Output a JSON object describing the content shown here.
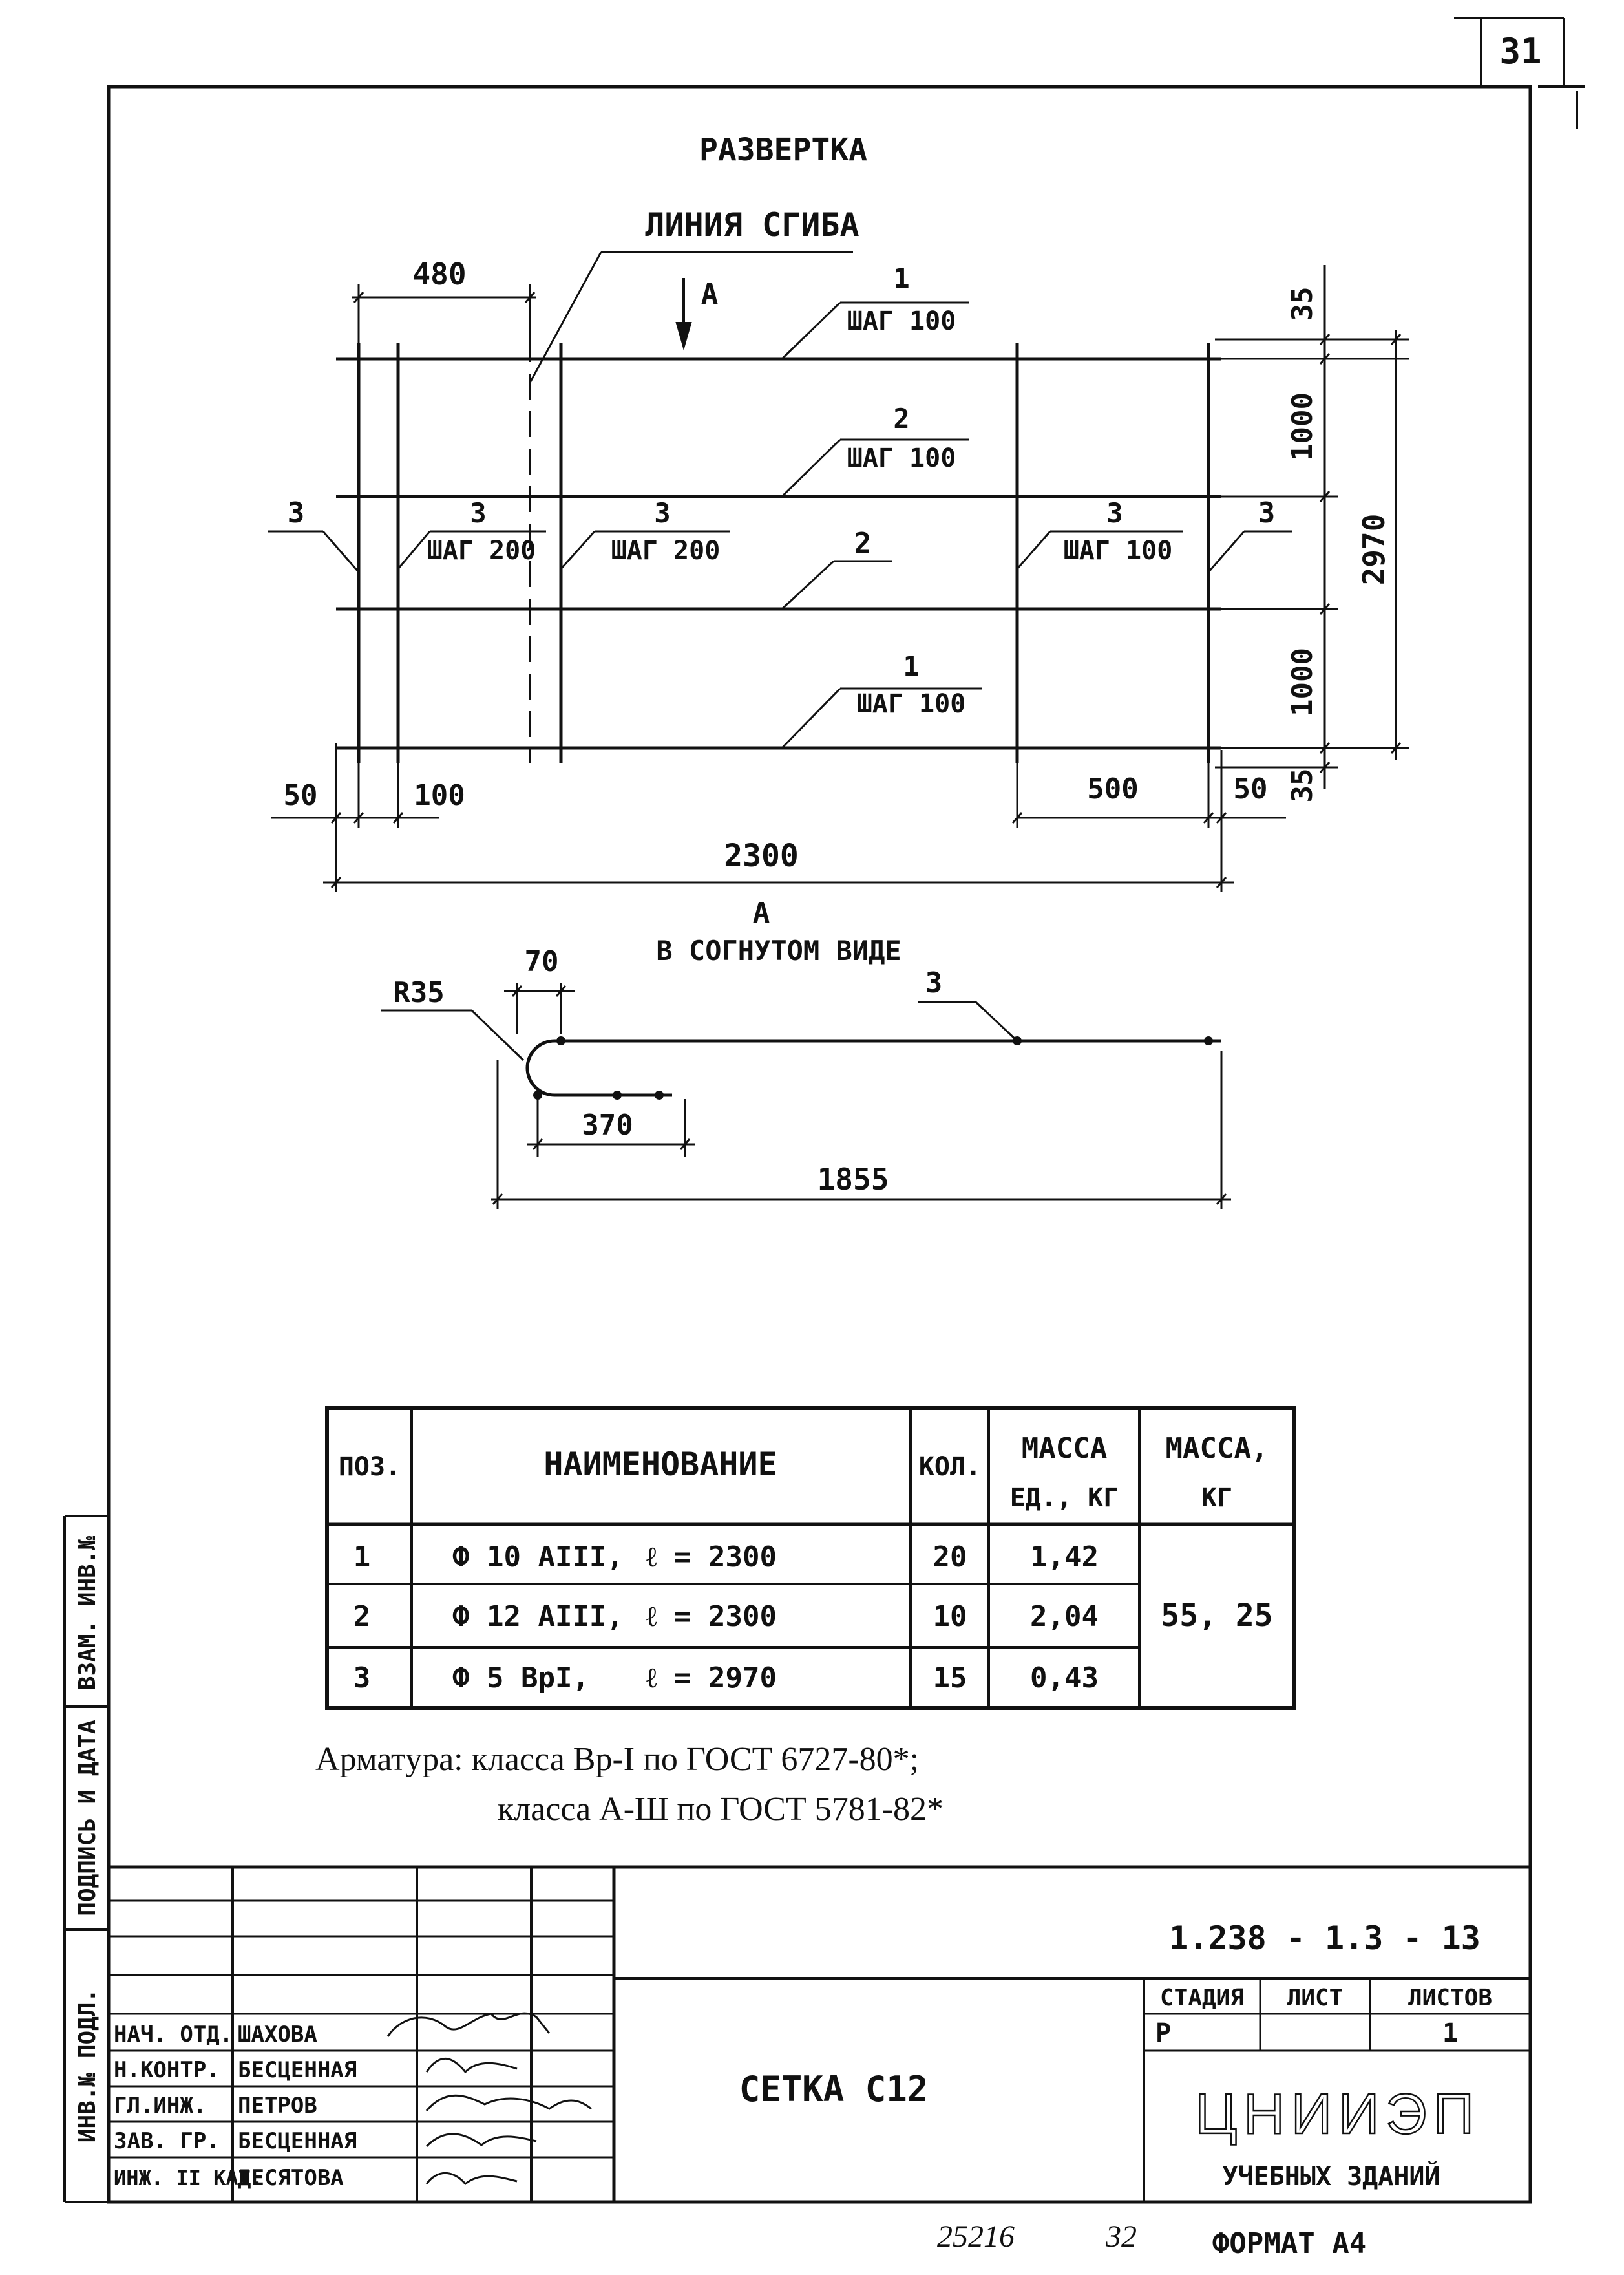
{
  "sheet": {
    "page_number": "31",
    "format": "ФОРМАТ А4",
    "bottom_codes": [
      "25216",
      "32"
    ]
  },
  "drawing": {
    "title": "РАЗВЕРТКА",
    "fold_line": "ЛИНИЯ СГИБА",
    "view_arrow": "А",
    "dims": {
      "d480": "480",
      "d35_top": "35",
      "d1000_top": "1000",
      "d2970": "2970",
      "d1000_bot": "1000",
      "d35_bot": "35",
      "d50_left": "50",
      "d100": "100",
      "d500": "500",
      "d50_right": "50",
      "d2300": "2300"
    },
    "callouts": {
      "c1_top_num": "1",
      "c1_top_step": "ШАГ 100",
      "c2_top_num": "2",
      "c2_top_step": "ШАГ 100",
      "c3_left": "3",
      "c3_a_num": "3",
      "c3_a_step": "ШАГ 200",
      "c3_b_num": "3",
      "c3_b_step": "ШАГ 200",
      "c2_mid": "2",
      "c3_c_num": "3",
      "c3_c_step": "ШАГ 100",
      "c3_right": "3",
      "c1_bot_num": "1",
      "c1_bot_step": "ШАГ 100"
    },
    "bent_view": {
      "label_a": "А",
      "label": "В СОГНУТОМ ВИДЕ",
      "radius": "R35",
      "d70": "70",
      "pos3": "3",
      "d370": "370",
      "d1855": "1855"
    }
  },
  "spec_table": {
    "headers": {
      "pos": "ПОЗ.",
      "name": "НАИМЕНОВАНИЕ",
      "qty": "КОЛ.",
      "unit_mass_1": "МАССА",
      "unit_mass_2": "ЕД., КГ",
      "mass_1": "МАССА,",
      "mass_2": "КГ"
    },
    "rows": [
      {
        "pos": "1",
        "diam": "Ф 10 АIII,",
        "len": "ℓ = 2300",
        "qty": "20",
        "unit_mass": "1,42"
      },
      {
        "pos": "2",
        "diam": "Ф 12 АIII,",
        "len": "ℓ = 2300",
        "qty": "10",
        "unit_mass": "2,04"
      },
      {
        "pos": "3",
        "diam": "Ф 5 ВрI,",
        "len": "ℓ = 2970",
        "qty": "15",
        "unit_mass": "0,43"
      }
    ],
    "total_mass": "55, 25"
  },
  "notes": {
    "line1": "Арматура: класса Вр-I по ГОСТ 6727-80*;",
    "line2": "класса А-Ш по ГОСТ 5781-82*"
  },
  "side_stamp": {
    "f1": "ВЗАМ. ИНВ.№",
    "f2": "ПОДПИСЬ И ДАТА",
    "f3": "ИНВ.№ ПОДЛ."
  },
  "title_block": {
    "doc_code": "1.238 - 1.3 - 13",
    "sheet_name": "СЕТКА С12",
    "stage_hdr": "СТАДИЯ",
    "sheet_hdr": "ЛИСТ",
    "sheets_hdr": "ЛИСТОВ",
    "stage": "Р",
    "sheets": "1",
    "org": "ЦНИИЭП",
    "org_sub": "УЧЕБНЫХ ЗДАНИЙ",
    "people": [
      {
        "role": "НАЧ. ОТД.",
        "name": "ШАХОВА"
      },
      {
        "role": "Н.КОНТР.",
        "name": "БЕСЦЕННАЯ"
      },
      {
        "role": "ГЛ.ИНЖ.",
        "name": "ПЕТРОВ"
      },
      {
        "role": "ЗАВ. ГР.",
        "name": "БЕСЦЕННАЯ"
      },
      {
        "role": "ИНЖ. II КАТ.",
        "name": "ДЕСЯТОВА"
      }
    ]
  }
}
